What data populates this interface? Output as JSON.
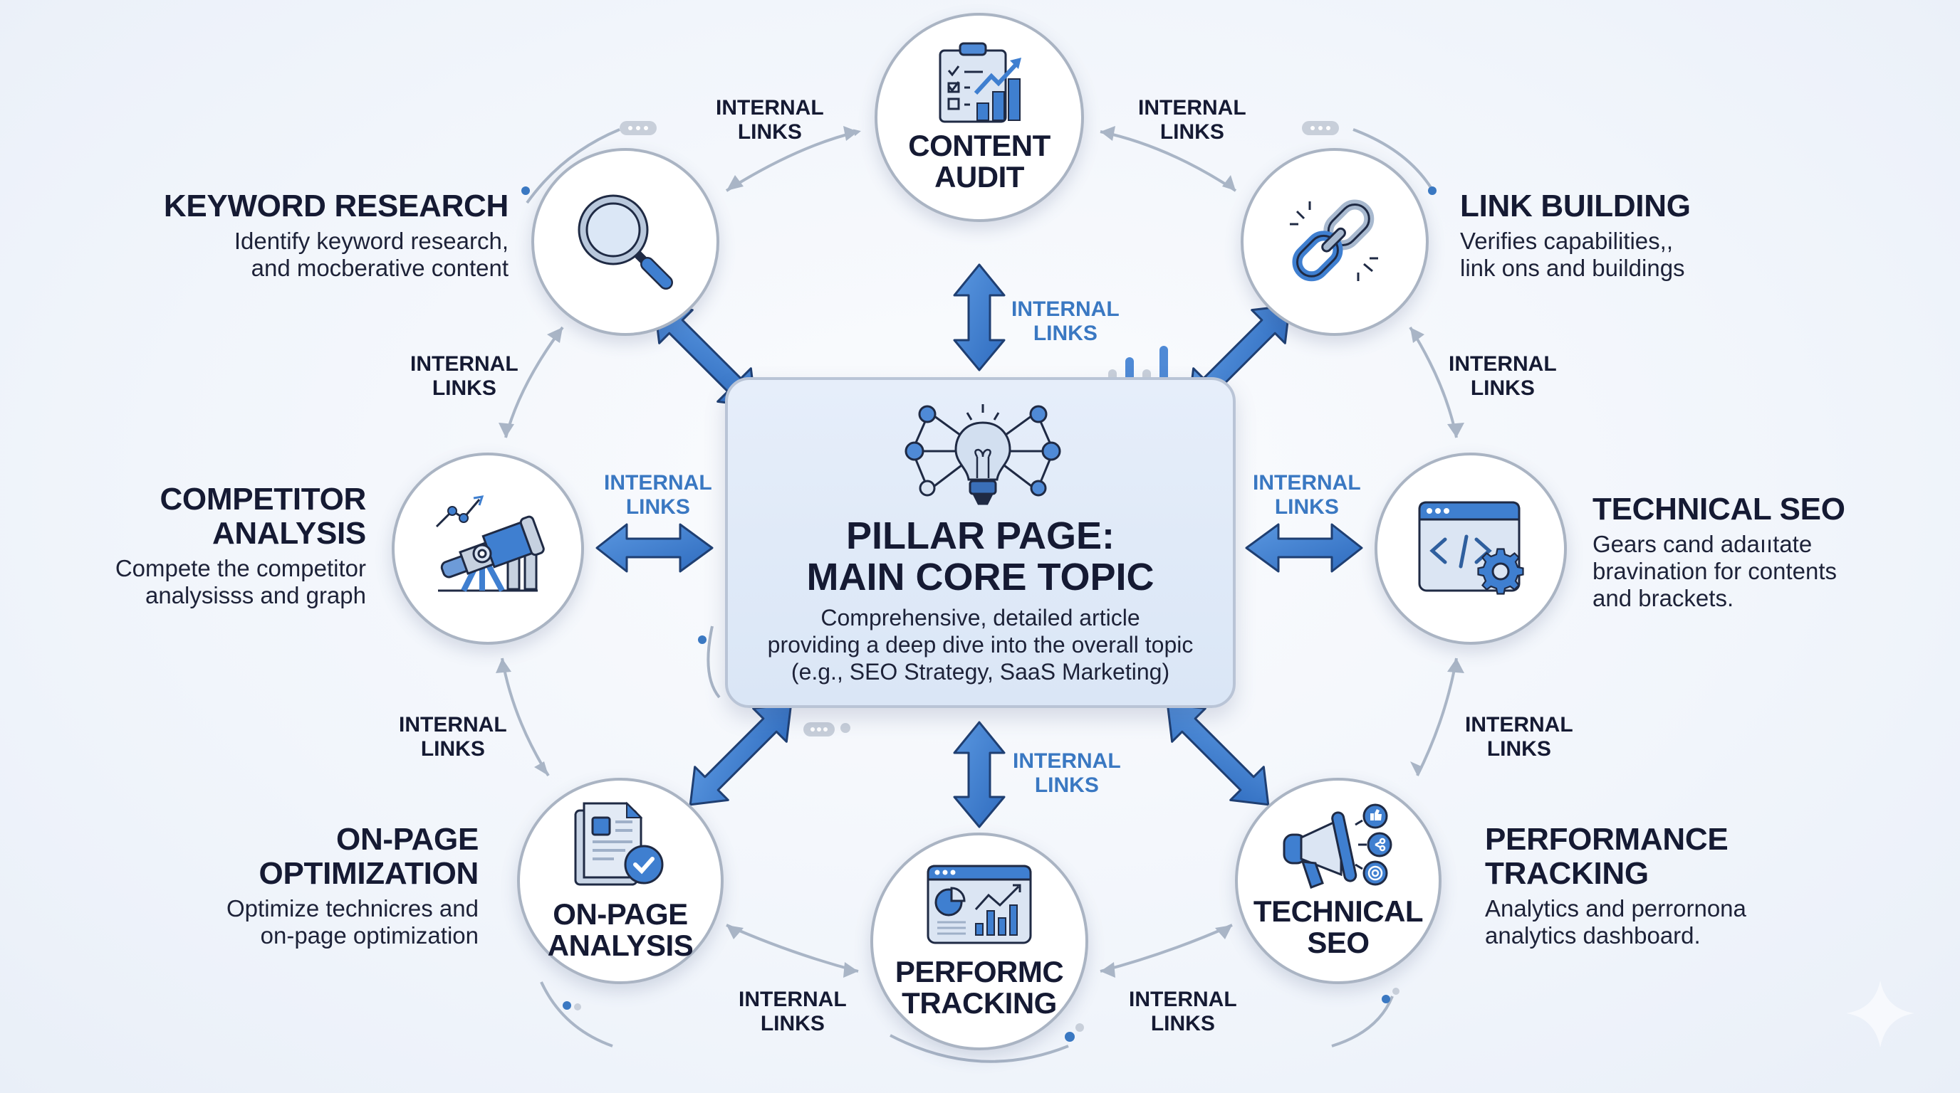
{
  "center": {
    "title_line1": "PILLAR PAGE:",
    "title_line2": "MAIN CORE TOPIC",
    "desc_line1": "Comprehensive, detailed article",
    "desc_line2": "providing a deep dive into the overall topic",
    "desc_line3": "(e.g., SEO Strategy, SaaS Marketing)",
    "icon": "lightbulb-network-icon"
  },
  "circles": {
    "content_audit": {
      "label": "CONTENT\nAUDIT",
      "icon": "clipboard-chart-icon"
    },
    "keyword": {
      "icon": "magnifier-icon"
    },
    "link": {
      "icon": "chain-link-icon"
    },
    "competitor": {
      "icon": "telescope-chart-icon"
    },
    "technical": {
      "icon": "code-window-gear-icon"
    },
    "onpage": {
      "label": "ON-PAGE\nANALYSIS",
      "icon": "document-check-icon"
    },
    "performance": {
      "label": "PERFORMC\nTRACKING",
      "icon": "dashboard-icon"
    },
    "technical_bottom": {
      "label": "TECHNICAL\nSEO",
      "icon": "megaphone-icon"
    }
  },
  "sides": {
    "keyword": {
      "title": "KEYWORD RESEARCH",
      "line1": "Identify keyword research,",
      "line2": "and mocberative content"
    },
    "link": {
      "title": "LINK BUILDING",
      "line1": "Verifies capabilities,,",
      "line2": "link ons and buildings"
    },
    "competitor": {
      "title_line1": "COMPETITOR",
      "title_line2": "ANALYSIS",
      "line1": "Compete the competitor",
      "line2": "analysisss and graph"
    },
    "technical": {
      "title": "TECHNICAL SEO",
      "line1": "Gears cand adaııtate",
      "line2": "bravination for contents",
      "line3": "and brackets."
    },
    "onpage": {
      "title_line1": "ON-PAGE",
      "title_line2": "OPTIMIZATION",
      "line1": "Optimize technicres and",
      "line2": "on-page optimization"
    },
    "performance": {
      "title_line1": "PERFORMANCE",
      "title_line2": "TRACKING",
      "line1": "Analytics and perrornona",
      "line2": "analytics dashboard."
    }
  },
  "internal_links": {
    "line1": "INTERNAL",
    "line2": "LINKS",
    "count": 12
  },
  "colors": {
    "accent": "#3a78c2",
    "dark_text": "#151a33",
    "arrow_fill": "#3f7fd0",
    "connector": "#a9b5c6",
    "circle_border": "#aab4c3"
  }
}
